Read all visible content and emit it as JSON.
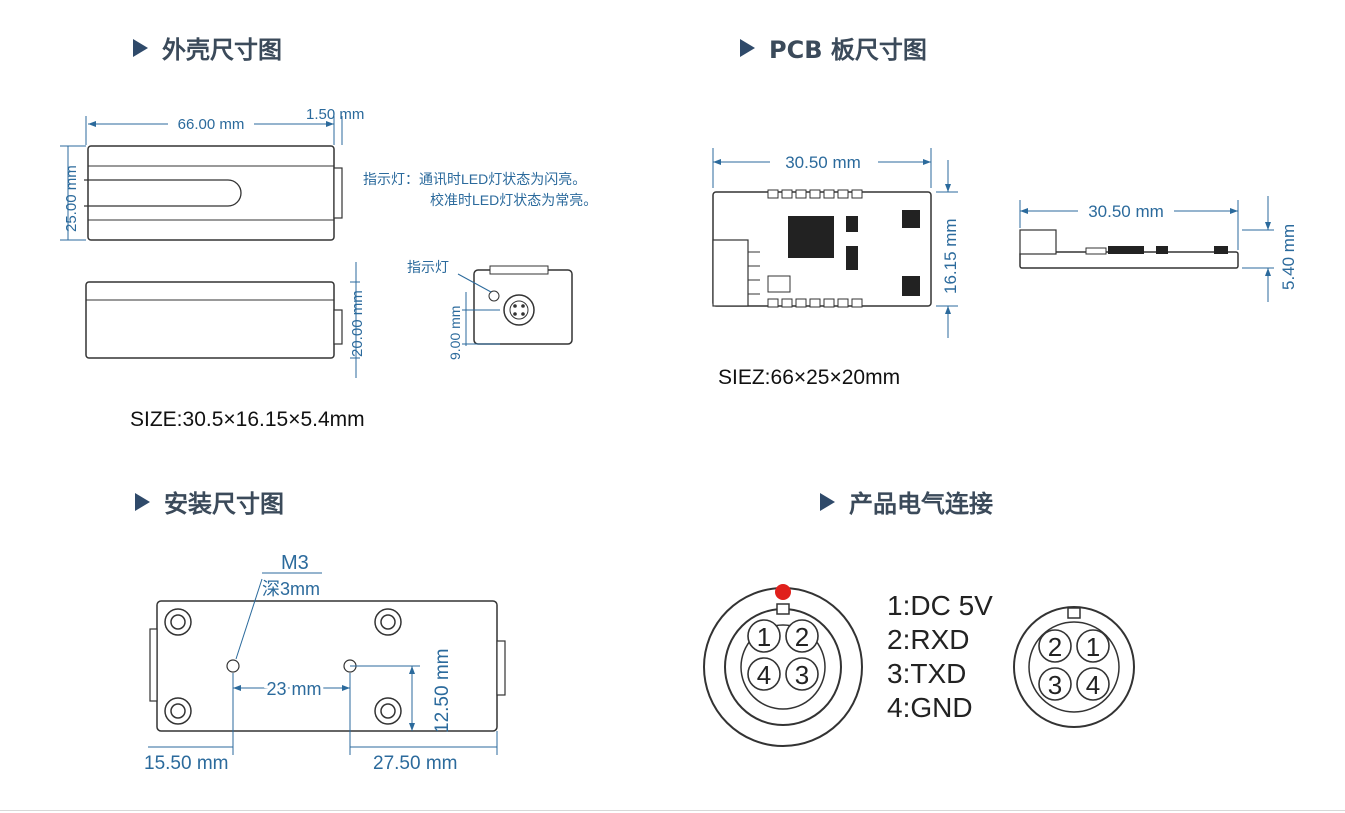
{
  "sections": {
    "shell": "外壳尺寸图",
    "pcb": "PCB 板尺寸图",
    "mount": "安装尺寸图",
    "electrical": "产品电气连接"
  },
  "shell_drawing": {
    "dim_width": "66.00 mm",
    "dim_tab": "1.50 mm",
    "dim_height": "25.00 mm",
    "dim_depth": "20.00 mm",
    "dim_connector": "9.00 mm",
    "indicator_note_1": "指示灯：通讯时LED灯状态为闪亮。",
    "indicator_note_2": "校准时LED灯状态为常亮。",
    "indicator_label": "指示灯",
    "size": "SIZE:30.5×16.15×5.4mm"
  },
  "pcb_drawing": {
    "dim_width_top": "30.50 mm",
    "dim_height": "16.15 mm",
    "dim_width_side": "30.50 mm",
    "dim_thickness": "5.40 mm",
    "size": "SIEZ:66×25×20mm"
  },
  "mount_drawing": {
    "thread": "M3",
    "depth": "深3mm",
    "dim_hole_spacing": "23 mm",
    "dim_vertical": "12.50 mm",
    "dim_left": "15.50 mm",
    "dim_right": "27.50 mm"
  },
  "electrical": {
    "pins": [
      "1:DC 5V",
      "2:RXD",
      "3:TXD",
      "4:GND"
    ],
    "left_connector": [
      "1",
      "2",
      "4",
      "3"
    ],
    "right_connector": [
      "2",
      "1",
      "3",
      "4"
    ]
  },
  "colors": {
    "dimension": "#2b6a9c",
    "outline": "#333333",
    "indicator": "#e0201c",
    "title": "#3b4a5a"
  }
}
